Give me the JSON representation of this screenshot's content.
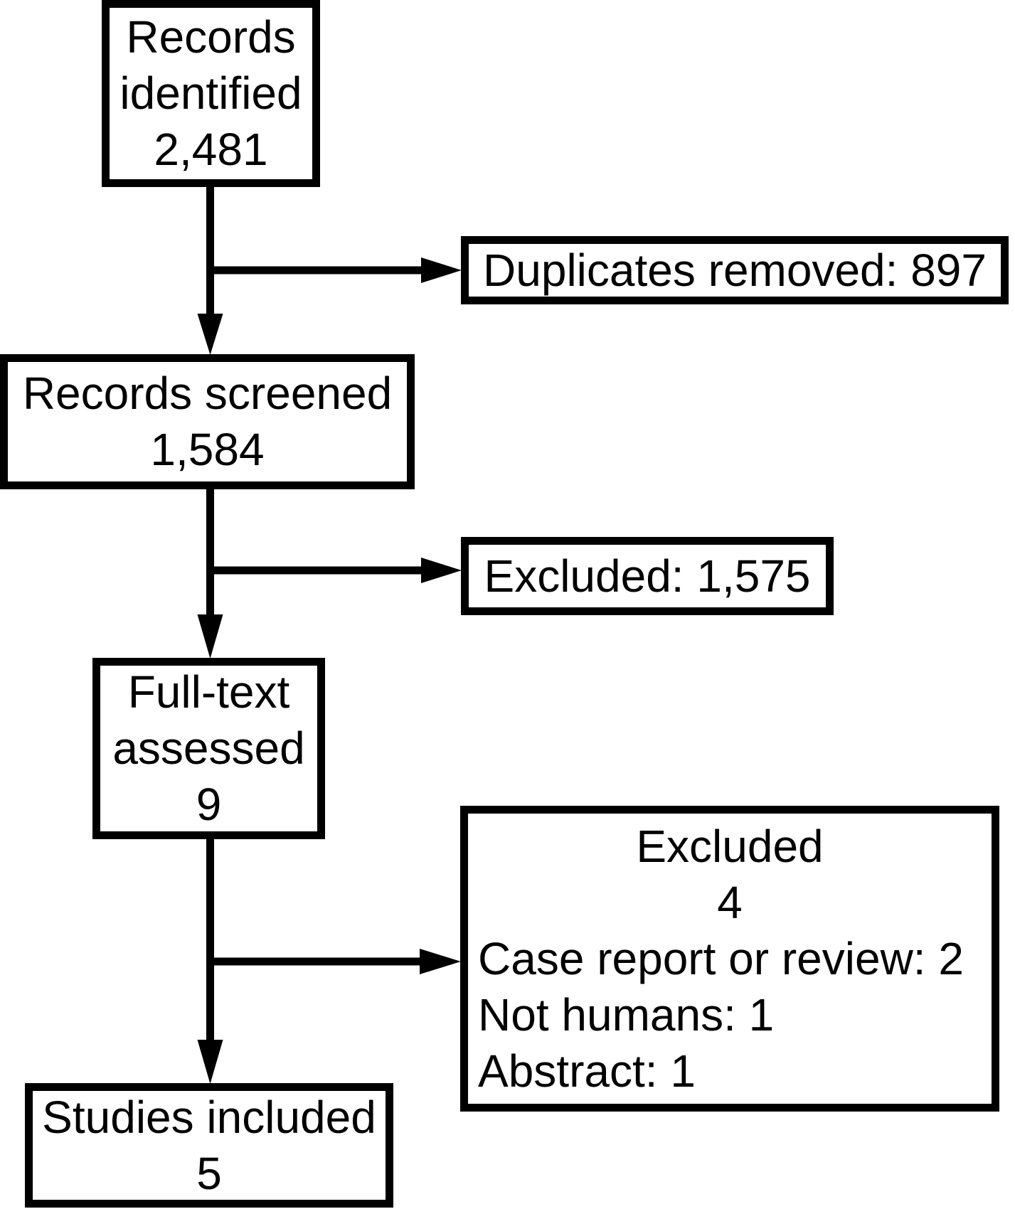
{
  "boxes": {
    "records_identified": {
      "lines": [
        "Records",
        "identified",
        "2,481"
      ]
    },
    "duplicates_removed": {
      "label": "Duplicates removed: 897"
    },
    "records_screened": {
      "lines": [
        "Records screened",
        "1,584"
      ]
    },
    "excluded_screening": {
      "label": "Excluded: 1,575"
    },
    "full_text_assessed": {
      "lines": [
        "Full-text",
        "assessed",
        "9"
      ]
    },
    "excluded_full_text": {
      "title": "Excluded",
      "count": "4",
      "reasons": [
        "Case report or review: 2",
        "Not humans: 1",
        "Abstract: 1"
      ]
    },
    "studies_included": {
      "lines": [
        "Studies included",
        "5"
      ]
    }
  },
  "colors": {
    "ink": "#000000",
    "background": "#ffffff"
  }
}
